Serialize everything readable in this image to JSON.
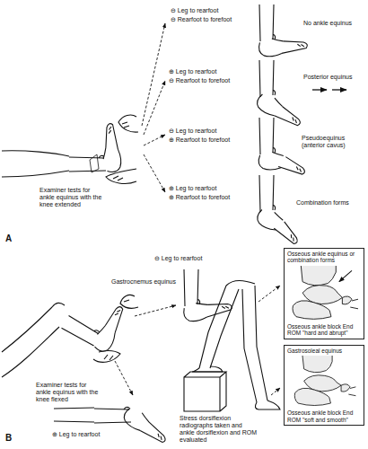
{
  "diagram": {
    "nodes": [
      {
        "text": [
          "Osseous ankle equinus or combination forms",
          "Osseous ankle block End ROM \"hard and abrupt\""
        ]
      },
      {
        "text": [
          "Gastrosoleal equinus",
          "Osseous ankle block End ROM \"soft and smooth\""
        ]
      }
    ],
    "labels": [
      "⊖ Leg to rearfoot",
      "⊖ Rearfoot to forefoot",
      "No ankle equinus",
      "⊕ Leg to rearfoot",
      "⊖ Rearfoot to forefoot",
      "Posterior equinus",
      "Examiner tests for ankle equinus with the knee extended",
      "⊖ Leg to rearfoot",
      "⊕ Rearfoot to forefoot",
      "Pseudoequinus (anterior cavus)",
      "⊕ Leg to rearfoot",
      "⊕ Rearfoot to forefoot",
      "Combination forms",
      "A",
      "⊖ Leg to rearfoot",
      "Gastrocnemus equinus",
      "Examiner tests for ankle equinus with the knee flexed",
      "Stress dorsiflexion radiographs taken and ankle dorsiflexion and ROM evaluated",
      "⊕ Leg to rearfoot",
      "B"
    ]
  }
}
